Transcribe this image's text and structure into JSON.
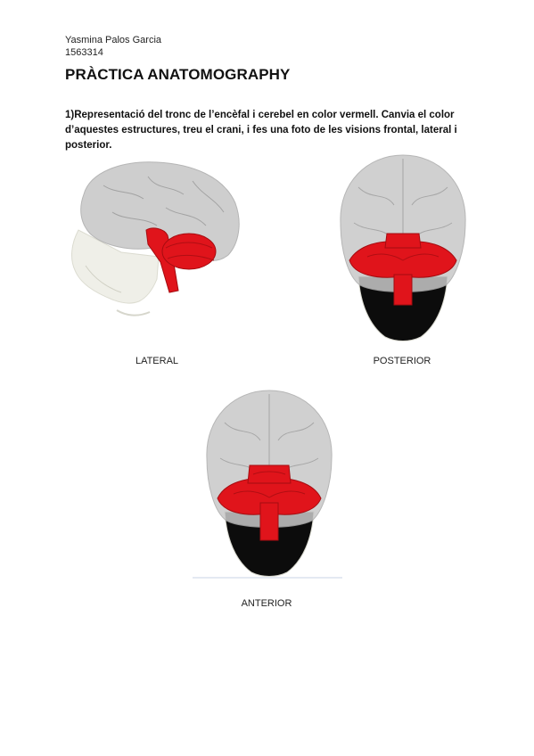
{
  "header": {
    "author": "Yasmina Palos Garcia",
    "student_id": "1563314",
    "title": "PRÀCTICA ANATOMOGRAPHY"
  },
  "question": {
    "text": "1)Representació del tronc de l’encèfal i cerebel en color vermell. Canvia el color d’aquestes estructures, treu el crani, i fes una foto de les visions frontal, lateral i posterior."
  },
  "figures": {
    "lateral": {
      "caption": "LATERAL"
    },
    "posterior": {
      "caption": "POSTERIOR"
    },
    "anterior": {
      "caption": "ANTERIOR"
    }
  },
  "colors": {
    "highlight": "#e0141b",
    "brain": "#c9c9c9",
    "skull": "#e9e9e0"
  }
}
